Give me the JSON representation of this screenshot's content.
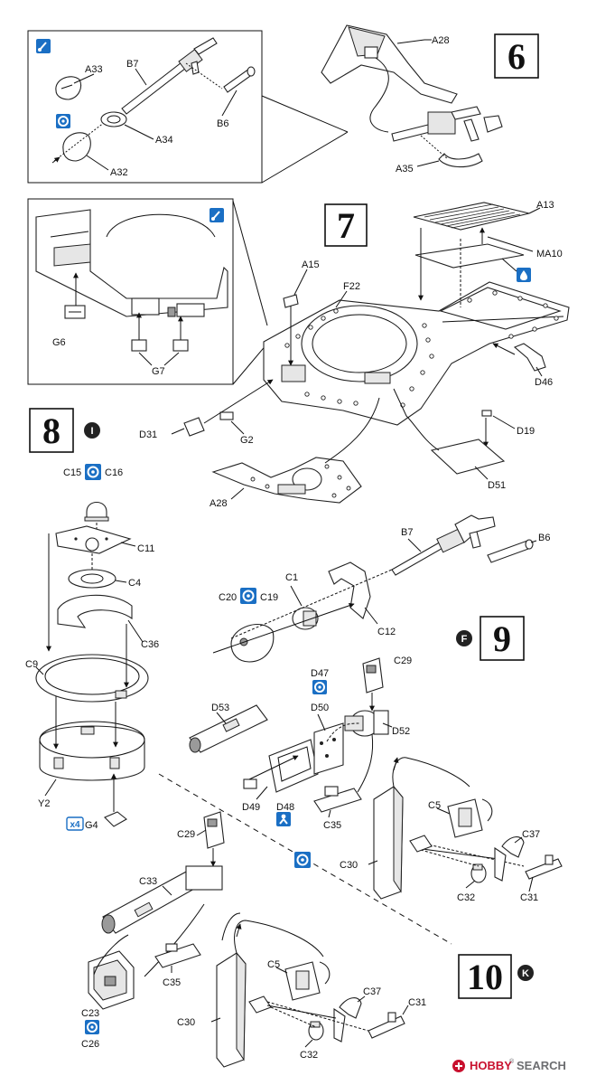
{
  "steps": {
    "s6": "6",
    "s7": "7",
    "s8": "8",
    "s9": "9",
    "s10": "10"
  },
  "circle_marks": {
    "m8": "I",
    "m9": "F",
    "m10": "K"
  },
  "multiplier": "x4",
  "labels": {
    "A28_top": "A28",
    "A33": "A33",
    "B7_inset": "B7",
    "B6_inset": "B6",
    "A34": "A34",
    "A32": "A32",
    "A35": "A35",
    "A13": "A13",
    "MA10": "MA10",
    "A15": "A15",
    "F22": "F22",
    "G6": "G6",
    "G7": "G7",
    "D46": "D46",
    "D19": "D19",
    "D31": "D31",
    "G2": "G2",
    "D51": "D51",
    "A28_mid": "A28",
    "C15": "C15",
    "C16": "C16",
    "C11": "C11",
    "C4": "C4",
    "C36": "C36",
    "C9": "C9",
    "Y2": "Y2",
    "G4": "G4",
    "B7_s9": "B7",
    "B6_s9": "B6",
    "C1": "C1",
    "C20": "C20",
    "C19": "C19",
    "C12": "C12",
    "D47": "D47",
    "D50": "D50",
    "C29_s9": "C29",
    "D53": "D53",
    "D52": "D52",
    "D49": "D49",
    "D48": "D48",
    "C35_s9": "C35",
    "C5_s9": "C5",
    "C37_s9": "C37",
    "C30_s9": "C30",
    "C32_s9": "C32",
    "C31_s9": "C31",
    "C29_s10": "C29",
    "C33": "C33",
    "C35_s10": "C35",
    "C23": "C23",
    "C26": "C26",
    "C30_s10": "C30",
    "C5_s10": "C5",
    "C37_s10": "C37",
    "C31_s10": "C31",
    "C32_s10": "C32"
  },
  "watermark": {
    "brand": "HOBBY",
    "rest": "SEARCH",
    "reg": "®"
  },
  "colors": {
    "ink": "#111111",
    "icon_blue": "#1a6fc4",
    "watermark_red": "#c8102e",
    "watermark_gray": "#6d6e71"
  },
  "icons": {
    "paint": "paint-brush-icon",
    "glue": "glue-icon",
    "drill": "drill-hole-icon",
    "cement": "cement-icon",
    "mirror": "symmetry-icon"
  }
}
